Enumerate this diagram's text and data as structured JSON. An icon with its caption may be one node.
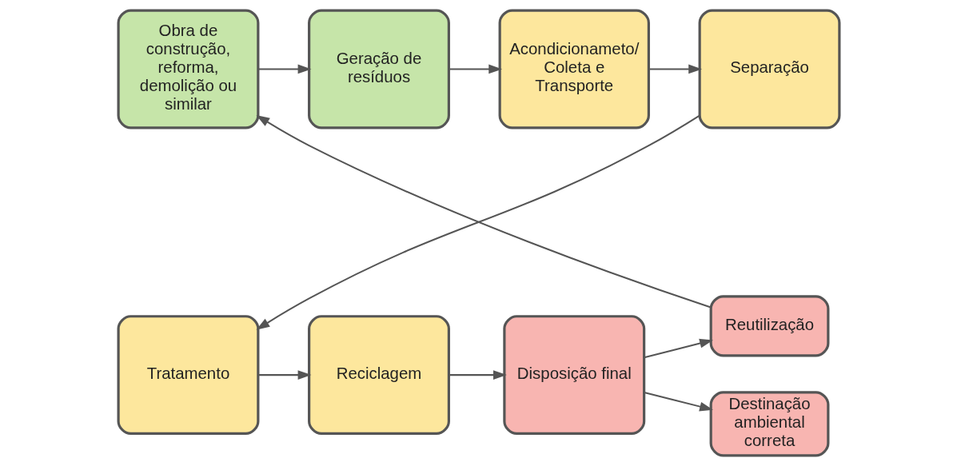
{
  "diagram": {
    "nodes": [
      {
        "text": [
          "Obra de construção, reforma, demolição ou similar"
        ]
      },
      {
        "text": [
          "Geração de resíduos"
        ]
      },
      {
        "text": [
          "Acondicionameto/ Coleta e Transporte"
        ]
      },
      {
        "text": [
          "Separação"
        ]
      },
      {
        "text": [
          "Tratamento"
        ]
      },
      {
        "text": [
          "Reciclagem"
        ]
      },
      {
        "text": [
          "Disposição final"
        ]
      },
      {
        "text": [
          "Reutilização"
        ]
      },
      {
        "text": [
          "Destinação ambiental correta"
        ]
      }
    ],
    "edges": [
      {
        "from": 0,
        "to": 1,
        "arrow": "to"
      },
      {
        "from": 1,
        "to": 2,
        "arrow": "to"
      },
      {
        "from": 2,
        "to": 3,
        "arrow": "to"
      },
      {
        "from": 3,
        "to": 4,
        "arrow": "to"
      },
      {
        "from": 4,
        "to": 5,
        "arrow": "to"
      },
      {
        "from": 5,
        "to": 6,
        "arrow": "to"
      },
      {
        "from": 6,
        "to": 7,
        "arrow": "to"
      },
      {
        "from": 6,
        "to": 8,
        "arrow": "to"
      },
      {
        "from": 7,
        "to": 0,
        "arrow": "to"
      }
    ]
  }
}
